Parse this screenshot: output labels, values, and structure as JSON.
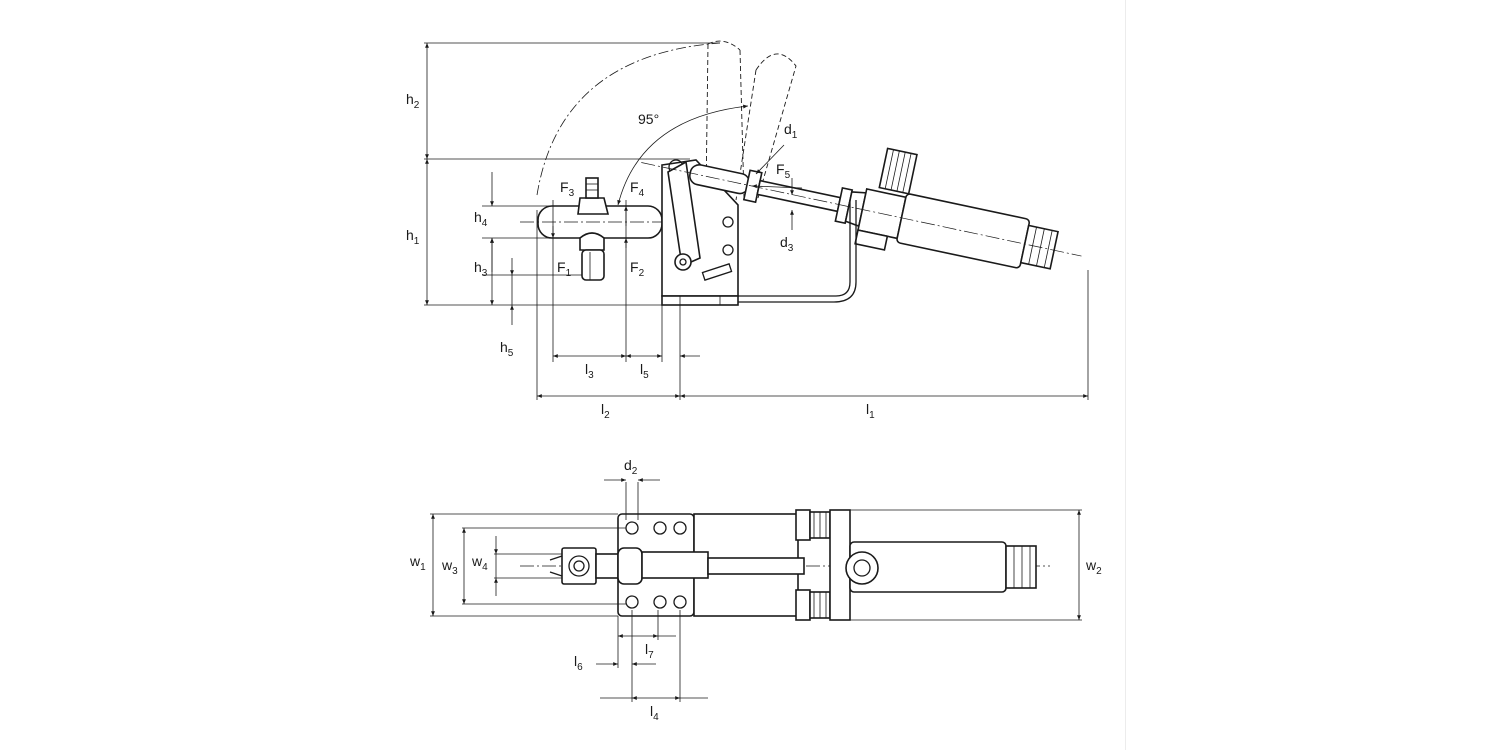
{
  "labels": {
    "h2": {
      "base": "h",
      "sub": "2"
    },
    "h1": {
      "base": "h",
      "sub": "1"
    },
    "h4": {
      "base": "h",
      "sub": "4"
    },
    "h3": {
      "base": "h",
      "sub": "3"
    },
    "h5": {
      "base": "h",
      "sub": "5"
    },
    "f3": {
      "base": "F",
      "sub": "3"
    },
    "f4": {
      "base": "F",
      "sub": "4"
    },
    "f1": {
      "base": "F",
      "sub": "1"
    },
    "f2": {
      "base": "F",
      "sub": "2"
    },
    "f5": {
      "base": "F",
      "sub": "5"
    },
    "d1": {
      "base": "d",
      "sub": "1"
    },
    "d3": {
      "base": "d",
      "sub": "3"
    },
    "d2": {
      "base": "d",
      "sub": "2"
    },
    "l3": {
      "base": "l",
      "sub": "3"
    },
    "l5": {
      "base": "l",
      "sub": "5"
    },
    "l2": {
      "base": "l",
      "sub": "2"
    },
    "l1": {
      "base": "l",
      "sub": "1"
    },
    "l7": {
      "base": "l",
      "sub": "7"
    },
    "l6": {
      "base": "l",
      "sub": "6"
    },
    "l4": {
      "base": "l",
      "sub": "4"
    },
    "w1": {
      "base": "w",
      "sub": "1"
    },
    "w3": {
      "base": "w",
      "sub": "3"
    },
    "w4": {
      "base": "w",
      "sub": "4"
    },
    "w2": {
      "base": "w",
      "sub": "2"
    },
    "angle": "95°"
  }
}
